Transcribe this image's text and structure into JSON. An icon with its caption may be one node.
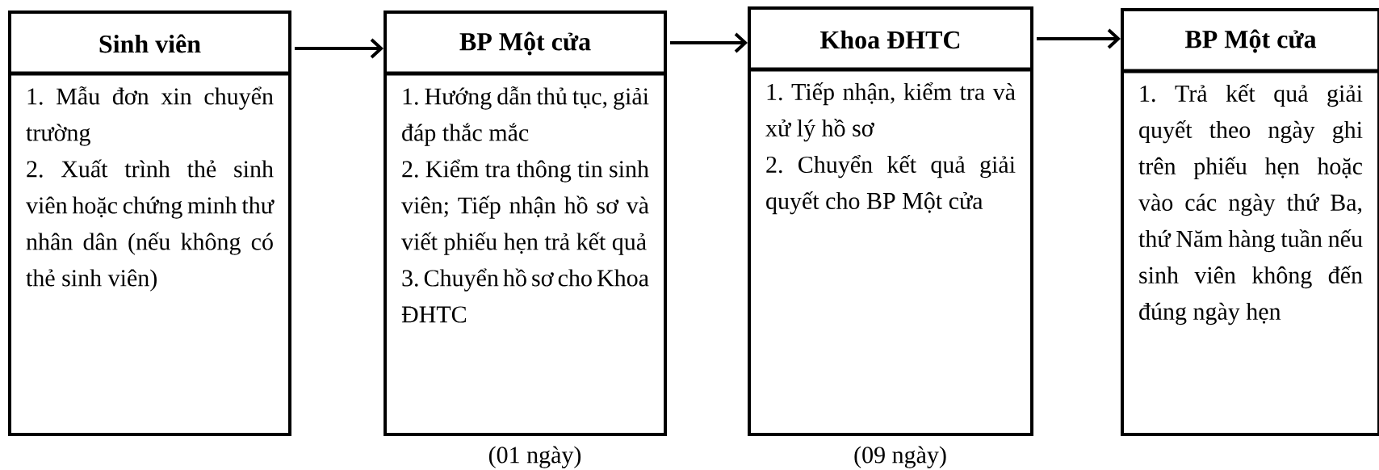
{
  "diagram": {
    "nodes": [
      {
        "text": [
          "Sinh viên",
          "1. Mẫu đơn xin chuyển trường",
          "2. Xuất trình thẻ sinh viên hoặc chứng minh thư nhân dân (nếu không có thẻ sinh viên)"
        ]
      },
      {
        "text": [
          "BP Một cửa",
          "1. Hướng dẫn thủ tục, giải đáp thắc mắc",
          "2. Kiểm tra thông tin sinh viên; Tiếp nhận hồ sơ và viết phiếu hẹn trả kết quả",
          "3. Chuyển hồ sơ cho Khoa ĐHTC"
        ],
        "beside": [
          "(01 ngày)"
        ]
      },
      {
        "text": [
          "Khoa ĐHTC",
          "1. Tiếp nhận, kiểm tra và xử lý hồ sơ",
          "2. Chuyển kết quả giải quyết cho BP Một cửa"
        ],
        "beside": [
          "(09 ngày)"
        ]
      },
      {
        "text": [
          "BP Một cửa",
          "1. Trả kết quả giải quyết theo ngày ghi trên phiếu hẹn hoặc vào các ngày thứ Ba, thứ Năm hàng tuần nếu sinh viên không đến đúng ngày hẹn"
        ]
      }
    ],
    "edges": [
      {
        "from": 0,
        "to": 1,
        "arrow": "to"
      },
      {
        "from": 1,
        "to": 2,
        "arrow": "to"
      },
      {
        "from": 2,
        "to": 3,
        "arrow": "to"
      }
    ]
  }
}
